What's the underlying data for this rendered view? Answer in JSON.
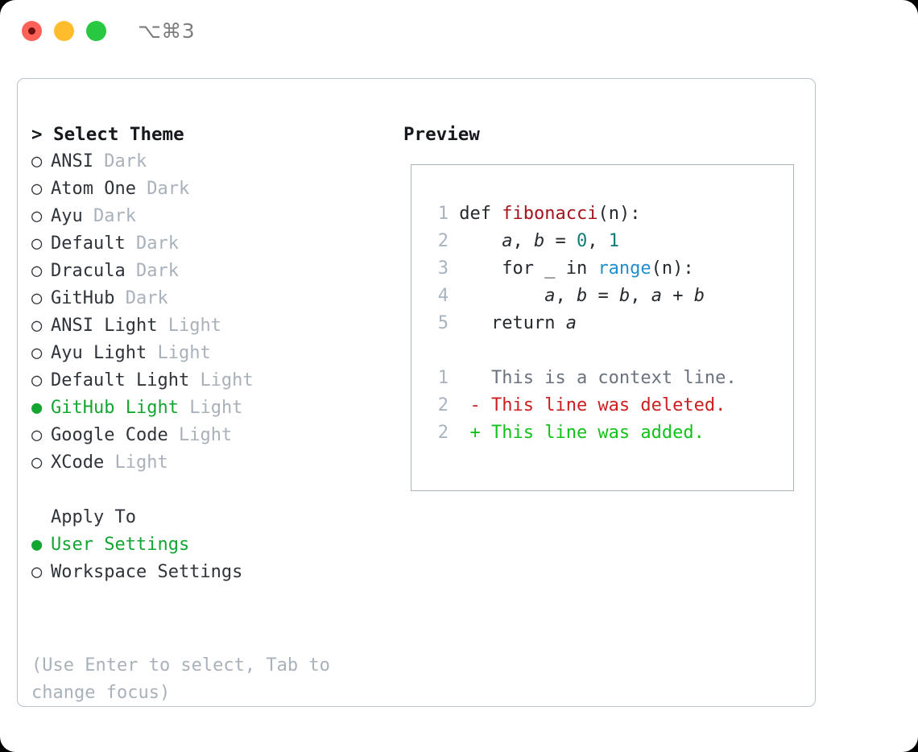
{
  "titlebar": {
    "shortcut": "⌥⌘3",
    "buttons": [
      {
        "name": "close",
        "color": "#ff6058"
      },
      {
        "name": "minimize",
        "color": "#ffbd2e"
      },
      {
        "name": "maximize",
        "color": "#28c840"
      }
    ]
  },
  "colors": {
    "selected_green": "#15a533",
    "muted_gray": "#a9b1bb",
    "text": "#2f333a",
    "panel_border": "#b9c1cc",
    "preview_border": "#a9b4c2",
    "diff_add": "#12c21a",
    "diff_del": "#cc2020",
    "diff_ctx": "#6a737d",
    "syntax_function": "#a3141b",
    "syntax_number": "#137c79",
    "syntax_builtin": "#1f8fce",
    "lineno": "#a8b3c0"
  },
  "theme_selector": {
    "heading": "Select Theme",
    "heading_prefix": "> ",
    "marker_unselected": "○",
    "marker_selected": "●",
    "items": [
      {
        "name": "ANSI",
        "category": "Dark",
        "selected": false
      },
      {
        "name": "Atom One",
        "category": "Dark",
        "selected": false
      },
      {
        "name": "Ayu",
        "category": "Dark",
        "selected": false
      },
      {
        "name": "Default",
        "category": "Dark",
        "selected": false
      },
      {
        "name": "Dracula",
        "category": "Dark",
        "selected": false
      },
      {
        "name": "GitHub",
        "category": "Dark",
        "selected": false
      },
      {
        "name": "ANSI Light",
        "category": "Light",
        "selected": false
      },
      {
        "name": "Ayu Light",
        "category": "Light",
        "selected": false
      },
      {
        "name": "Default Light",
        "category": "Light",
        "selected": false
      },
      {
        "name": "GitHub Light",
        "category": "Light",
        "selected": true
      },
      {
        "name": "Google Code",
        "category": "Light",
        "selected": false
      },
      {
        "name": "XCode",
        "category": "Light",
        "selected": false
      }
    ]
  },
  "apply_to": {
    "heading": "Apply To",
    "items": [
      {
        "name": "User Settings",
        "selected": true
      },
      {
        "name": "Workspace Settings",
        "selected": false
      }
    ]
  },
  "hint": "(Use Enter to select, Tab to change focus)",
  "preview": {
    "title": "Preview",
    "code_lines": [
      {
        "no": "1",
        "tokens": [
          {
            "t": "def ",
            "c": "plain"
          },
          {
            "t": "fibonacci",
            "c": "fn"
          },
          {
            "t": "(n):",
            "c": "plain"
          }
        ]
      },
      {
        "no": "2",
        "tokens": [
          {
            "t": "    ",
            "c": "plain"
          },
          {
            "t": "a",
            "c": "ital"
          },
          {
            "t": ", ",
            "c": "plain"
          },
          {
            "t": "b",
            "c": "ital"
          },
          {
            "t": " = ",
            "c": "plain"
          },
          {
            "t": "0",
            "c": "num"
          },
          {
            "t": ", ",
            "c": "plain"
          },
          {
            "t": "1",
            "c": "num"
          }
        ]
      },
      {
        "no": "3",
        "tokens": [
          {
            "t": "    for _ in ",
            "c": "plain"
          },
          {
            "t": "range",
            "c": "bi"
          },
          {
            "t": "(n):",
            "c": "plain"
          }
        ]
      },
      {
        "no": "4",
        "tokens": [
          {
            "t": "        ",
            "c": "plain"
          },
          {
            "t": "a",
            "c": "ital"
          },
          {
            "t": ", ",
            "c": "plain"
          },
          {
            "t": "b",
            "c": "ital"
          },
          {
            "t": " = ",
            "c": "plain"
          },
          {
            "t": "b",
            "c": "ital"
          },
          {
            "t": ", ",
            "c": "plain"
          },
          {
            "t": "a",
            "c": "ital"
          },
          {
            "t": " + ",
            "c": "plain"
          },
          {
            "t": "b",
            "c": "ital"
          }
        ]
      },
      {
        "no": "5",
        "tokens": [
          {
            "t": "   return ",
            "c": "plain"
          },
          {
            "t": "a",
            "c": "ital"
          }
        ]
      }
    ],
    "diff_lines": [
      {
        "no": "1",
        "marker": "  ",
        "text": "This is a context line.",
        "kind": "ctx"
      },
      {
        "no": "2",
        "marker": "- ",
        "text": "This line was deleted.",
        "kind": "del"
      },
      {
        "no": "2",
        "marker": "+ ",
        "text": "This line was added.",
        "kind": "add"
      }
    ]
  }
}
